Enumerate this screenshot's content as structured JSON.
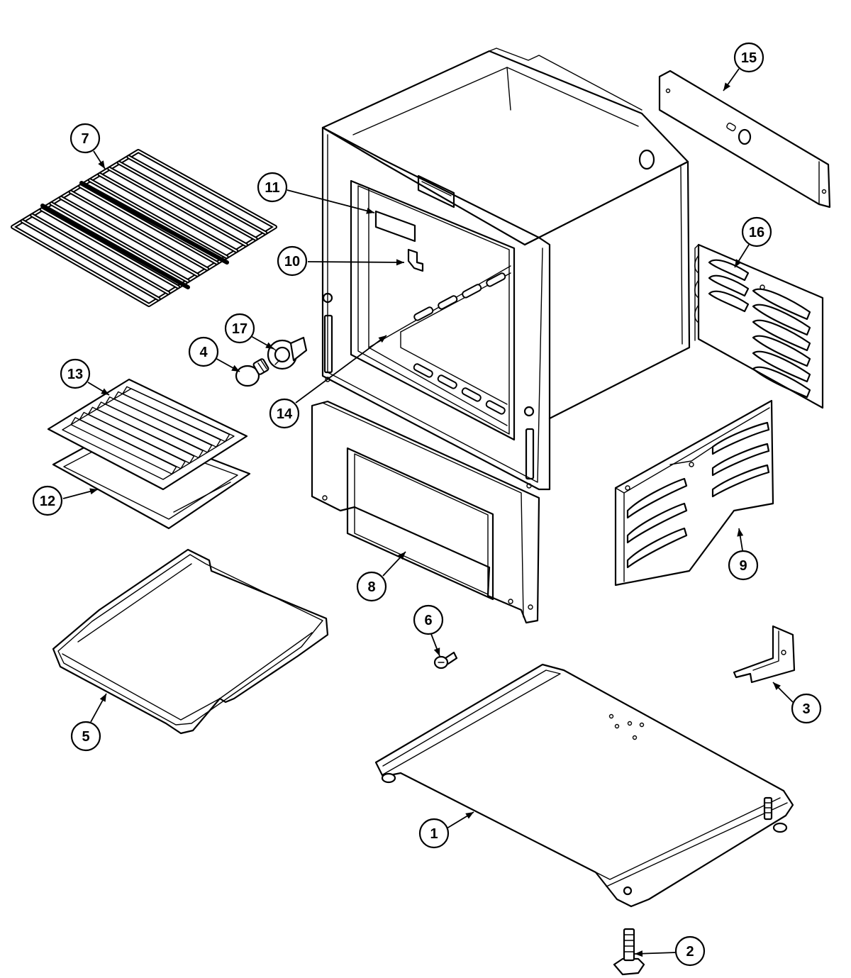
{
  "diagram": {
    "callouts": [
      {
        "id": "1",
        "label": "1"
      },
      {
        "id": "2",
        "label": "2"
      },
      {
        "id": "3",
        "label": "3"
      },
      {
        "id": "4",
        "label": "4"
      },
      {
        "id": "5",
        "label": "5"
      },
      {
        "id": "6",
        "label": "6"
      },
      {
        "id": "7",
        "label": "7"
      },
      {
        "id": "8",
        "label": "8"
      },
      {
        "id": "9",
        "label": "9"
      },
      {
        "id": "10",
        "label": "10"
      },
      {
        "id": "11",
        "label": "11"
      },
      {
        "id": "12",
        "label": "12"
      },
      {
        "id": "13",
        "label": "13"
      },
      {
        "id": "14",
        "label": "14"
      },
      {
        "id": "15",
        "label": "15"
      },
      {
        "id": "16",
        "label": "16"
      },
      {
        "id": "17",
        "label": "17"
      }
    ]
  }
}
